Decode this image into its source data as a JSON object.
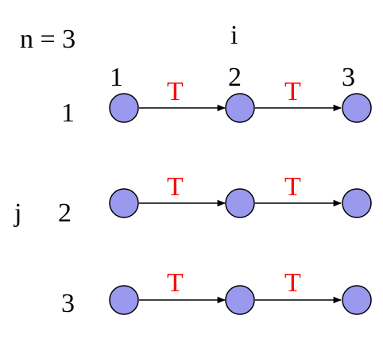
{
  "n_label": "n = 3",
  "i_label": "i",
  "j_label": "j",
  "columns": [
    "1",
    "2",
    "3"
  ],
  "rows": [
    {
      "label": "1",
      "edges": [
        "T",
        "T"
      ]
    },
    {
      "label": "2",
      "edges": [
        "T",
        "T"
      ]
    },
    {
      "label": "3",
      "edges": [
        "T",
        "T"
      ]
    }
  ],
  "colors": {
    "node_fill": "#9999ee",
    "edge_label": "#ff0000",
    "text": "#000000"
  }
}
